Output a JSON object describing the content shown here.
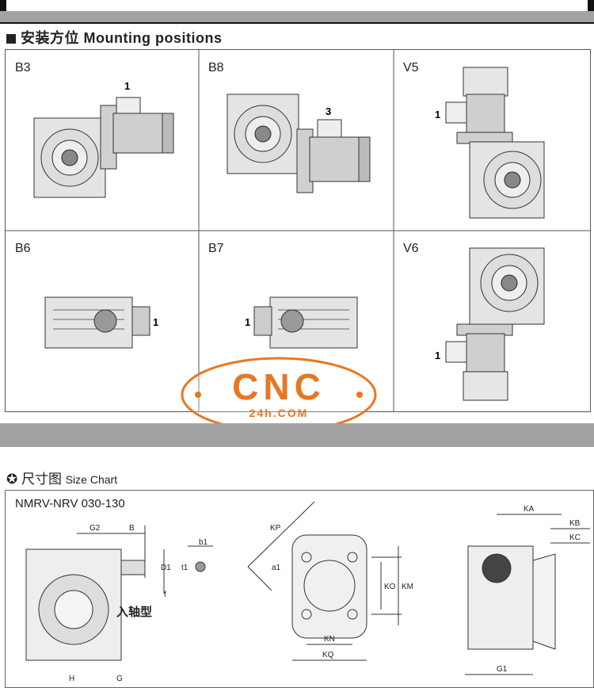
{
  "mounting": {
    "title": "安装方位 Mounting positions",
    "cells": [
      {
        "label": "B3",
        "position": "1"
      },
      {
        "label": "B8",
        "position": "3"
      },
      {
        "label": "V5",
        "position": "1"
      },
      {
        "label": "B6",
        "position": "1"
      },
      {
        "label": "B7",
        "position": "1"
      },
      {
        "label": "V6",
        "position": "1"
      }
    ]
  },
  "watermark": {
    "logo": "CNC",
    "sub": "24h.COM",
    "color": "#e87722"
  },
  "size_chart": {
    "title_cn": "尺寸图",
    "title_en": "Size Chart",
    "model": "NMRV-NRV  030-130",
    "input_type": "入轴型",
    "dims": {
      "g2": "G2",
      "b": "B",
      "d1": "D1",
      "t1": "t1",
      "b1": "b1",
      "f": "f",
      "h": "H",
      "g": "G",
      "kp": "KP",
      "a1": "a1",
      "ko": "KO",
      "km": "KM",
      "kn": "KN",
      "kq": "KQ",
      "ka": "KA",
      "kb": "KB",
      "kc": "KC",
      "g1": "G1"
    }
  },
  "colors": {
    "frame": "#555555",
    "bar": "#a2a2a2",
    "motor": "#cfcfcf",
    "gear": "#e4e4e4"
  }
}
